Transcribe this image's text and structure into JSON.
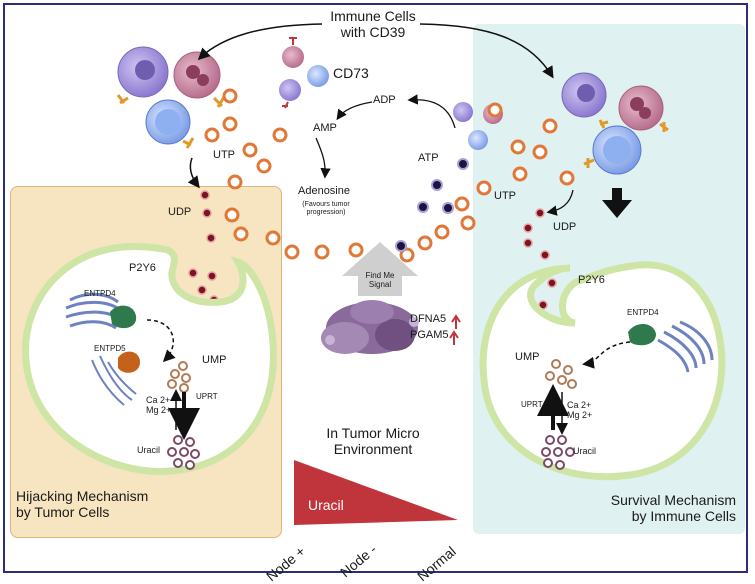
{
  "top_title_line1": "Immune Cells",
  "top_title_line2": "with CD39",
  "cd73": "CD73",
  "adp": "ADP",
  "amp": "AMP",
  "atp": "ATP",
  "adenosine": "Adenosine",
  "adenosine_note_line1": "(Favours tumor",
  "adenosine_note_line2": "progression)",
  "utp_left": "UTP",
  "udp_left": "UDP",
  "p2y6_left": "P2Y6",
  "entpd4_left": "ENTPD4",
  "entpd5_left": "ENTPD5",
  "ump_left": "UMP",
  "ions_left_line1": "Ca 2+",
  "ions_left_line2": "Mg 2+",
  "uprt_left": "UPRT",
  "uracil_left": "Uracil",
  "left_caption_line1": "Hijacking Mechanism",
  "left_caption_line2": "by Tumor Cells",
  "find_me_line1": "Find Me",
  "find_me_line2": "Signal",
  "dfna5": "DFNA5",
  "pgam5": "PGAM5",
  "center_caption_line1": "In Tumor Micro",
  "center_caption_line2": "Environment",
  "triangle_label": "Uracil",
  "axis_labels": [
    "Node +",
    "Node -",
    "Normal"
  ],
  "utp_right": "UTP",
  "udp_right": "UDP",
  "p2y6_right": "P2Y6",
  "entpd4_right": "ENTPD4",
  "ump_right": "UMP",
  "uprt_right": "UPRT",
  "ions_right_line1": "Ca 2+",
  "ions_right_line2": "Mg 2+",
  "uracil_right": "Uracil",
  "right_caption_line1": "Survival Mechanism",
  "right_caption_line2": "by Immune Cells",
  "colors": {
    "frame": "#2b2f7a",
    "left_panel": "#f7e4c0",
    "right_panel": "#dff1f0",
    "utp_ring": "#e07838",
    "udp_dot": "#7a1424",
    "atp_dot": "#1c1440",
    "uracil_triangle": "#c0353b",
    "cell_membrane": "#cfe5a6",
    "entpd4_protein": "#2f7a4d",
    "entpd5_protein": "#c4621b",
    "golgi": "#6d82c0",
    "tumor_blob": "#8a6a9a"
  },
  "icons": [
    "curved-arrow-icon",
    "up-arrow-red-icon",
    "down-arrow-bold-icon",
    "double-arrow-icon"
  ]
}
